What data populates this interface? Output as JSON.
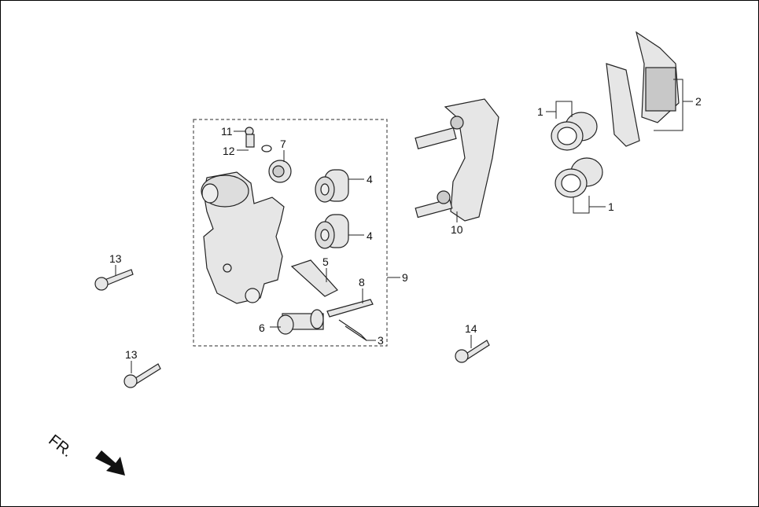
{
  "callouts": {
    "pad_seal_top": "1",
    "pad_seal_bottom": "1",
    "brake_pads": "2",
    "clip": "3",
    "piston_top": "4",
    "piston_bottom": "4",
    "pad_spring": "5",
    "pin_bolt": "6",
    "bleeder_cap": "7",
    "pad_pin": "8",
    "caliper_assy": "9",
    "bracket": "10",
    "bleeder_screw": "11",
    "bleeder_cap_small": "12",
    "bolt_left_upper": "13",
    "bolt_left_lower": "13",
    "bolt_right": "14"
  },
  "direction_label": "FR.",
  "colors": {
    "line": "#222222",
    "part_fill": "#e6e6e6",
    "part_shadow": "#c8c8c8"
  }
}
